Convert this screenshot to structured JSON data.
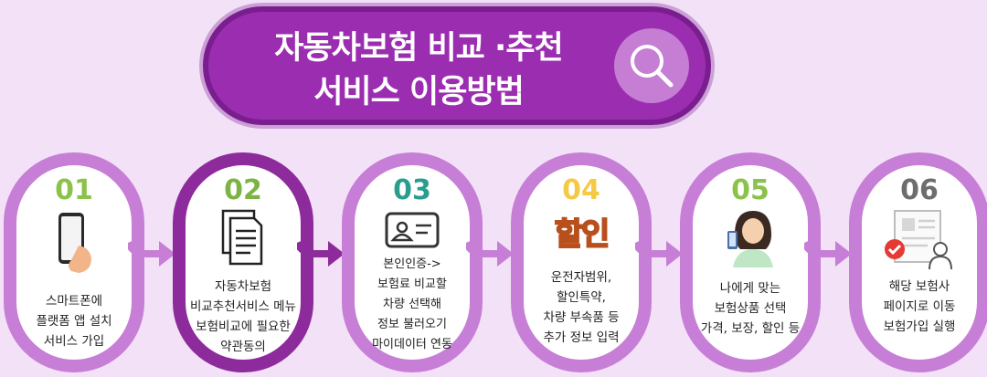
{
  "title": {
    "line1": "자동차보험 비교 ·추천",
    "line2": "서비스 이용방법"
  },
  "steps": [
    {
      "num": "01",
      "num_color": "#8bc34a",
      "icon": "smartphone-icon",
      "lines": [
        "스마트폰에",
        "플랫폼 앱 설치",
        "서비스 가입"
      ]
    },
    {
      "num": "02",
      "num_color": "#7cb342",
      "icon": "document-icon",
      "lines": [
        "자동차보험",
        "비교추천서비스 메뉴",
        "보험비교에 필요한",
        "약관동의"
      ]
    },
    {
      "num": "03",
      "num_color": "#2a9d8f",
      "icon": "id-card-icon",
      "lines": [
        "본인인증->",
        "보험료 비교할",
        "차량 선택해",
        "정보 불러오기",
        "마이데이터 연동"
      ]
    },
    {
      "num": "04",
      "num_color": "#f6c945",
      "icon": "discount-badge",
      "badge_text": "할인",
      "lines": [
        "운전자범위,",
        "할인특약,",
        "차량 부속품 등",
        "추가 정보 입력"
      ]
    },
    {
      "num": "05",
      "num_color": "#8bc34a",
      "icon": "person-with-phone-icon",
      "lines": [
        "나에게 맞는",
        "보험상품 선택",
        "가격, 보장, 할인 등"
      ]
    },
    {
      "num": "06",
      "num_color": "#6d6d6d",
      "icon": "profile-check-icon",
      "lines": [
        "해당 보험사",
        "페이지로 이동",
        "보험가입 실행"
      ]
    }
  ],
  "colors": {
    "background": "#f3e1f7",
    "accent_purple": "#9b2db0",
    "ring": "#c77ed6",
    "ring_active": "#8e2b9c"
  }
}
